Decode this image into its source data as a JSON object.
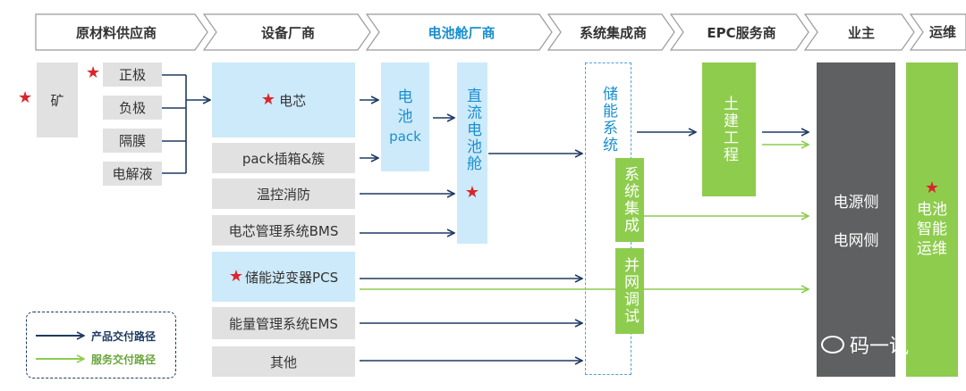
{
  "stages": [
    "原材料供应商",
    "设备厂商",
    "电池舱厂商",
    "系统集成商",
    "EPC服务商",
    "业主",
    "运维"
  ],
  "raw": {
    "mine": "矿",
    "cathode": "正极",
    "anode": "负极",
    "separator": "隔膜",
    "electrolyte": "电解液"
  },
  "equipment": {
    "cell": "电芯",
    "pack": "pack插箱&簇",
    "thermal": "温控消防",
    "bms": "电芯管理系统BMS",
    "pcs": "储能逆变器PCS",
    "ems": "能量管理系统EMS",
    "other": "其他"
  },
  "battery_pack": [
    "电",
    "池",
    "pack"
  ],
  "dc_cabin": "直流电池舱",
  "storage_system": "储能系统",
  "system_integration": "系统集成",
  "grid_debug": "并网调试",
  "civil": "土建工程",
  "owner": {
    "line1": "电源侧",
    "line2": "电网侧"
  },
  "om": "电池智能运维",
  "legend": {
    "product": "产品交付路径",
    "service": "服务交付路径"
  },
  "watermark": "码一讯",
  "colors": {
    "product_arrow": "#1f3a63",
    "service_arrow": "#8ecc4e",
    "star": "#d9262c"
  }
}
